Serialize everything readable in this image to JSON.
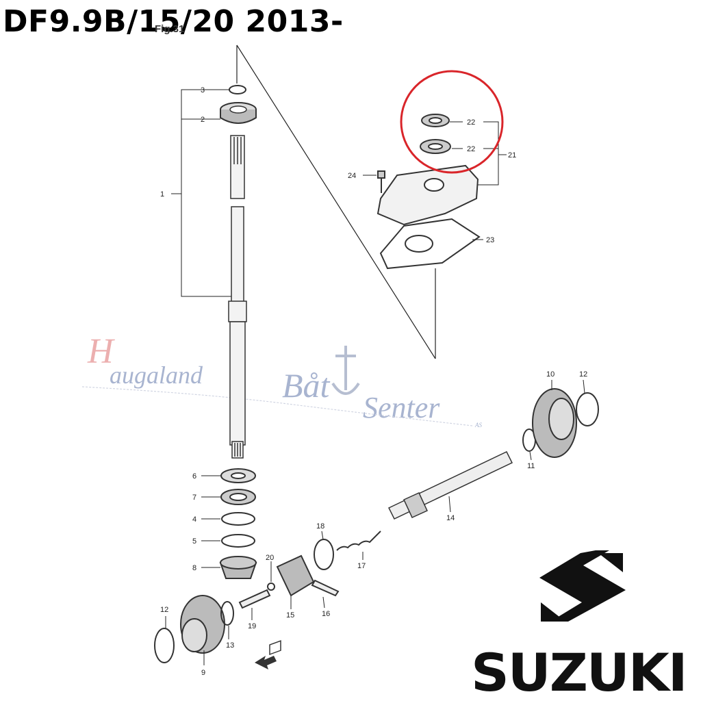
{
  "title": "DF9.9B/15/20 2013-",
  "fig_ref": "Fig.31",
  "brand": "SUZUKI",
  "watermark": {
    "word1": "Haugaland",
    "word2": "Båt",
    "word3": "Senter",
    "suffix": "AS"
  },
  "callouts": [
    "1",
    "2",
    "3",
    "4",
    "5",
    "6",
    "7",
    "8",
    "9",
    "10",
    "11",
    "12",
    "12",
    "13",
    "14",
    "15",
    "16",
    "17",
    "18",
    "19",
    "20",
    "21",
    "22",
    "22",
    "23",
    "24"
  ],
  "highlight_color": "#d9252a",
  "icons": [
    "direction-arrow-icon",
    "suzuki-s-logo-icon"
  ]
}
